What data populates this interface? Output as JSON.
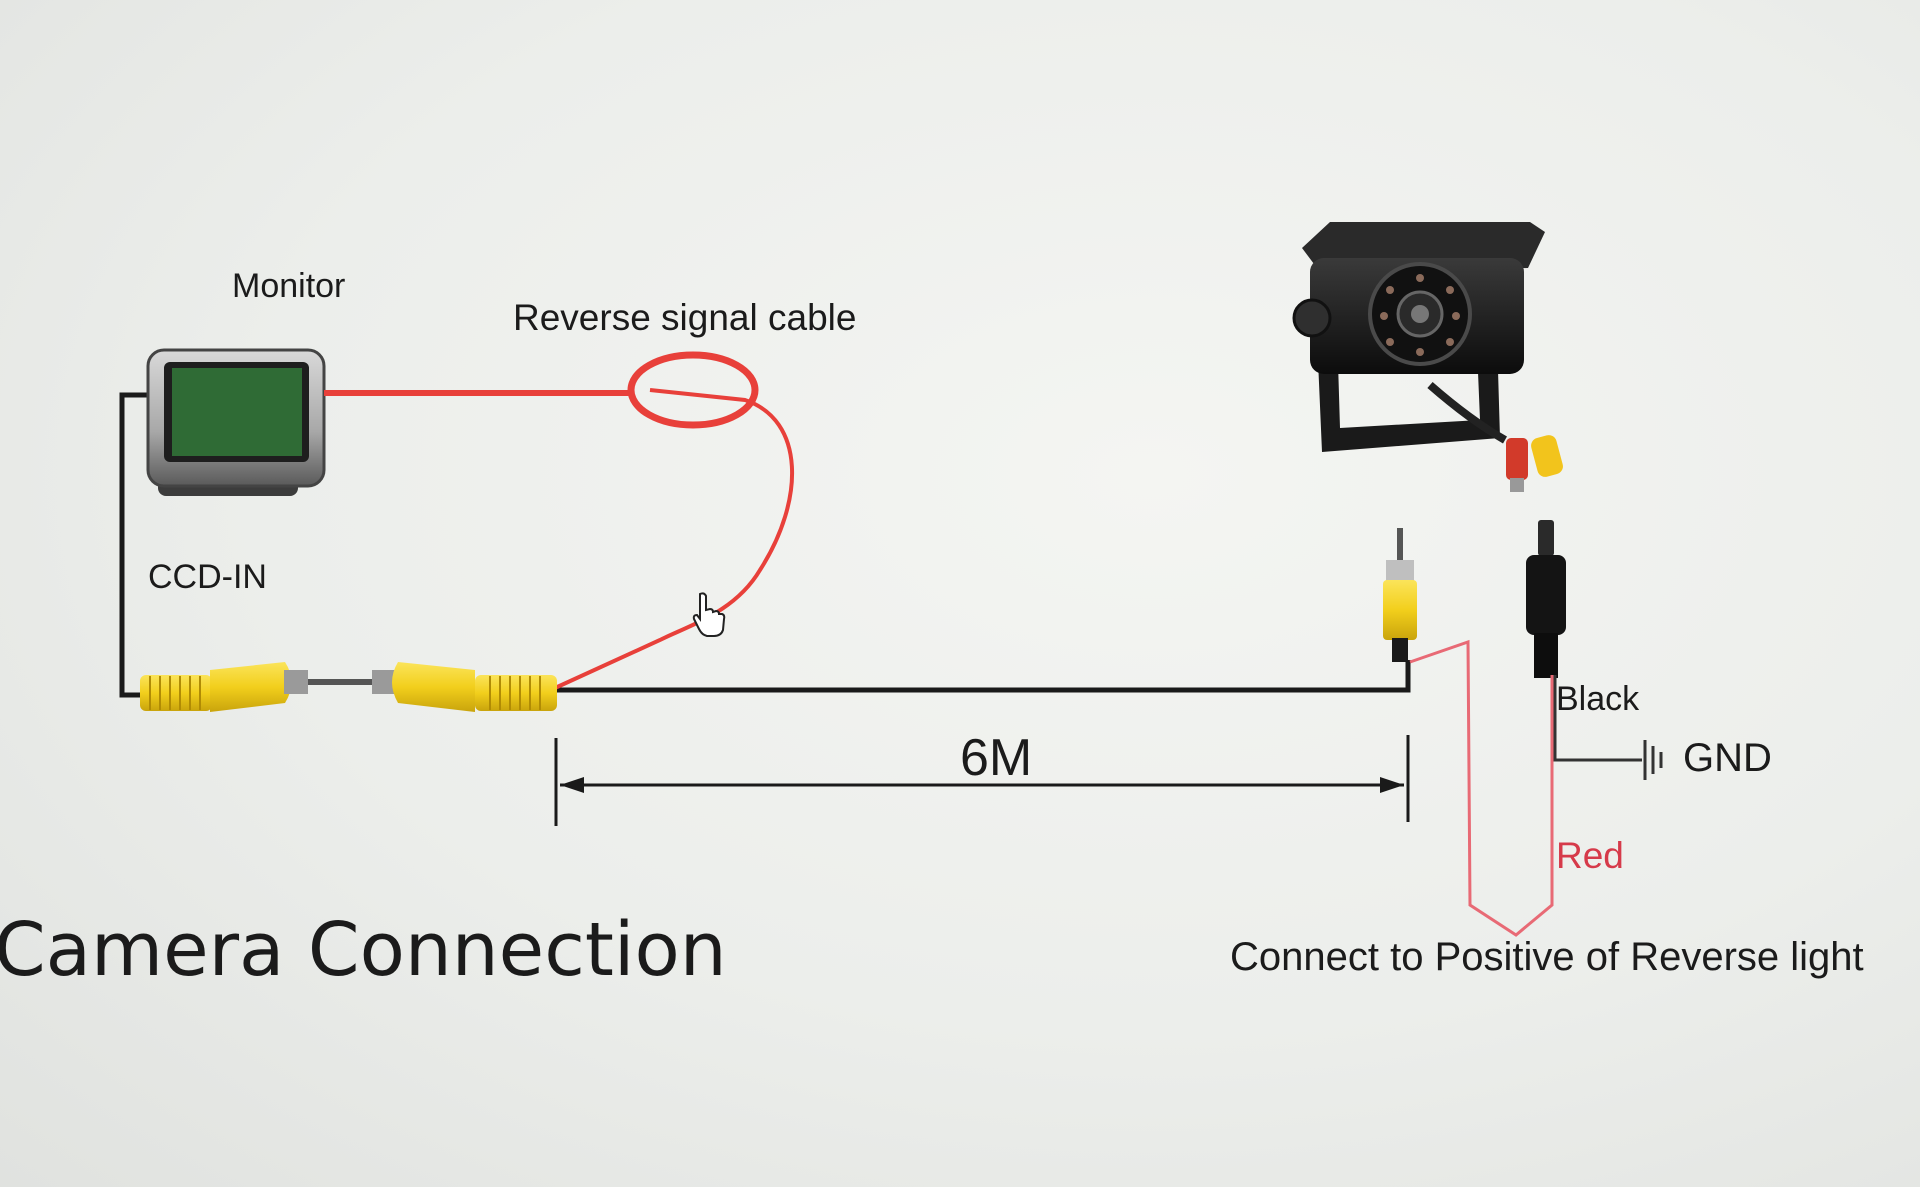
{
  "title": "Camera Connection",
  "labels": {
    "monitor": "Monitor",
    "reverse_signal_cable": "Reverse signal cable",
    "ccd_in": "CCD-IN",
    "length": "6M",
    "black": "Black",
    "gnd": "GND",
    "red": "Red",
    "connect_note": "Connect to Positive of Reverse light"
  },
  "colors": {
    "red_wire": "#e8403a",
    "video_cable": "#1a1a1a",
    "rca_yellow": "#f2cf1c",
    "monitor_screen": "#2f6b35",
    "label_red": "#d63a4a"
  },
  "icons": [
    "monitor-icon",
    "camera-icon",
    "rca-connector-icon",
    "dc-plug-icon",
    "ground-symbol-icon",
    "hand-cursor-icon"
  ]
}
